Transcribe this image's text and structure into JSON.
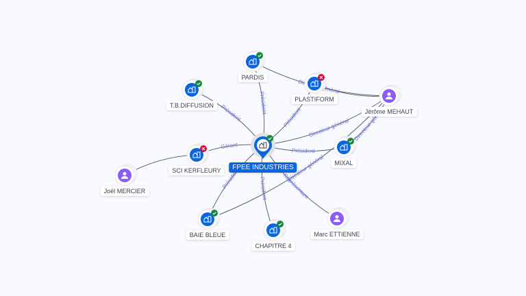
{
  "colors": {
    "company": "#0a66e0",
    "person": "#8b5cf6",
    "active": "#12883e",
    "inactive": "#d0103a",
    "edge_label": "#6b74e0"
  },
  "nodes": [
    {
      "id": "fpee",
      "label": "FPEE INDUSTRIES",
      "type": "main",
      "status": "active"
    },
    {
      "id": "pardis",
      "label": "PARDIS",
      "type": "company",
      "status": "active"
    },
    {
      "id": "plastiform",
      "label": "PLASTIFORM",
      "type": "company",
      "status": "inactive"
    },
    {
      "id": "tbd",
      "label": "T.B.DIFFUSION",
      "type": "company",
      "status": "active"
    },
    {
      "id": "mehaut",
      "label": "Jérôme MEHAUT",
      "type": "person"
    },
    {
      "id": "sci",
      "label": "SCI KERFLEURY",
      "type": "company",
      "status": "inactive"
    },
    {
      "id": "mixal",
      "label": "MIXAL",
      "type": "company",
      "status": "active"
    },
    {
      "id": "mercier",
      "label": "Joël MERCIER",
      "type": "person"
    },
    {
      "id": "baie",
      "label": "BAIE BLEUE",
      "type": "company",
      "status": "active"
    },
    {
      "id": "chap",
      "label": "CHAPITRE 4",
      "type": "company",
      "status": "active"
    },
    {
      "id": "ettienne",
      "label": "Marc ETTIENNE",
      "type": "person"
    }
  ],
  "edges": [
    {
      "from": "fpee",
      "to": "pardis",
      "label": "Président"
    },
    {
      "from": "fpee",
      "to": "plastiform",
      "label": "Président"
    },
    {
      "from": "fpee",
      "to": "tbd",
      "label": "Président"
    },
    {
      "from": "fpee",
      "to": "sci",
      "label": "Gérant"
    },
    {
      "from": "fpee",
      "to": "mixal",
      "label": "Président"
    },
    {
      "from": "fpee",
      "to": "mehaut",
      "label": "Directeur général"
    },
    {
      "from": "fpee",
      "to": "baie",
      "label": "Président"
    },
    {
      "from": "fpee",
      "to": "chap",
      "label": "Président"
    },
    {
      "from": "fpee",
      "to": "ettienne",
      "label": "Représentant"
    },
    {
      "from": "pardis",
      "to": "mehaut",
      "label": "Directeur général"
    },
    {
      "from": "plastiform",
      "to": "mehaut",
      "label": ""
    },
    {
      "from": "mixal",
      "to": "mehaut",
      "label": "Directeur général"
    },
    {
      "from": "baie",
      "to": "mehaut",
      "label": "Directeur général"
    },
    {
      "from": "sci",
      "to": "mercier",
      "label": ""
    }
  ]
}
